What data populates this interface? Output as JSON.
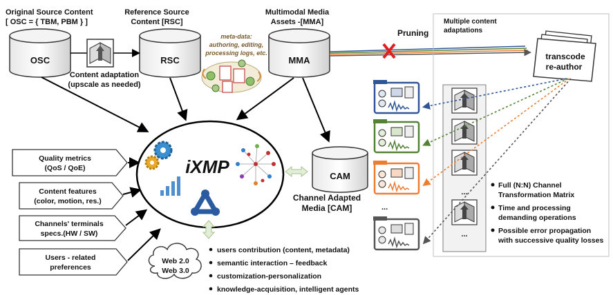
{
  "top_labels": {
    "osc_title_1": "Original Source Content",
    "osc_title_2": "[ OSC = { TBM, PBM } ]",
    "rsc_title_1": "Reference Source",
    "rsc_title_2": "Content [RSC]",
    "mma_title_1": "Multimodal Media",
    "mma_title_2": "Assets  -[MMA]"
  },
  "nodes": {
    "osc": "OSC",
    "rsc": "RSC",
    "mma": "MMA",
    "cam": "CAM",
    "ixmp": "iXMP",
    "transcode_1": "transcode",
    "transcode_2": "re-author"
  },
  "adaptation": {
    "line1": "Content adaptation",
    "line2": "(upscale as needed)"
  },
  "metadata": {
    "line1": "meta-data:",
    "line2": "authoring, editing,",
    "line3": "processing logs, etc."
  },
  "pruning": "Pruning",
  "multiple": {
    "line1": "Multiple content",
    "line2": "adaptations"
  },
  "cam_label": {
    "line1": "Channel Adapted",
    "line2": "Media [CAM]"
  },
  "inputs": [
    {
      "line1": "Quality metrics",
      "line2": "(QoS / QoE)"
    },
    {
      "line1": "Content features",
      "line2": "(color, motion, res.)"
    },
    {
      "line1": "Channels' terminals",
      "line2": "specs.(HW / SW)"
    },
    {
      "line1": "Users - related",
      "line2": "preferences"
    }
  ],
  "web": {
    "line1": "Web 2.0",
    "line2": "Web 3.0"
  },
  "bullets": [
    "users contribution (content, metadata)",
    "semantic interaction – feedback",
    "customization-personalization",
    "knowledge-acquisition, intelligent agents"
  ],
  "matrix_ellipses": [
    "...",
    "...",
    "...",
    "..."
  ],
  "matrix_notes": [
    {
      "line1": "Full (N:N) Channel",
      "line2": "Transformation Matrix"
    },
    {
      "line1": "Time and processing",
      "line2": "demanding operations"
    },
    {
      "line1": "Possible error propagation",
      "line2": "with successive quality losses"
    }
  ],
  "colors": {
    "blue": "#2f5597",
    "green": "#548235",
    "orange": "#ed7d31",
    "gray": "#7f7f7f",
    "red_x": "#e02020"
  }
}
